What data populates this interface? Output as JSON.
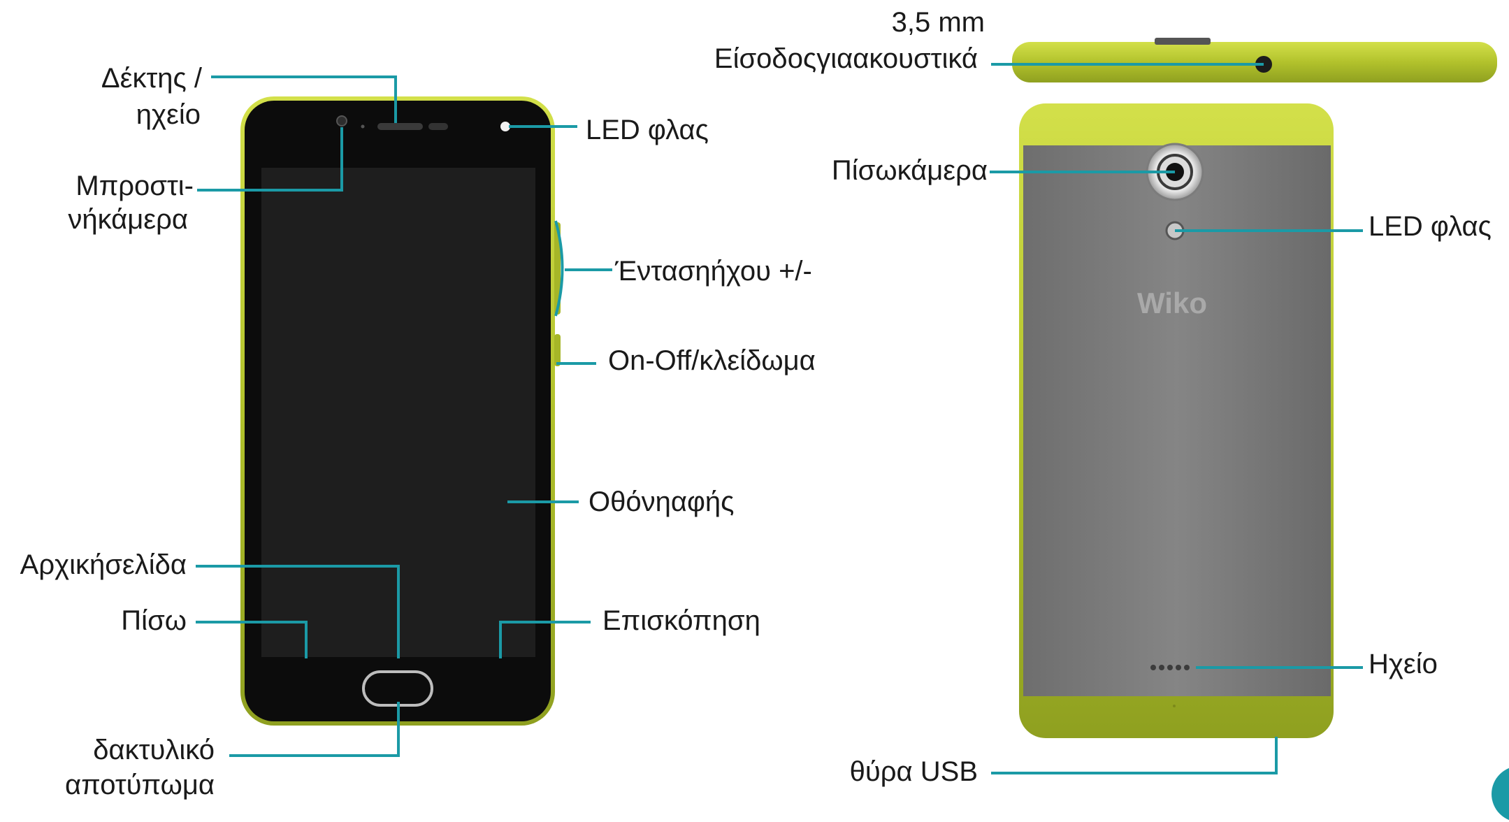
{
  "labels": {
    "receiver": "Δέκτης /",
    "receiver_2": "ηχείο",
    "front_camera": "Μπροστι-",
    "front_camera_2": "νήκάμερα",
    "led_flash_front": "LED φλας",
    "volume": "Έντασηήχου +/-",
    "power": "On-Off/κλείδωμα",
    "touchscreen": "Οθόνηαφής",
    "home": "Αρχικήσελίδα",
    "back": "Πίσω",
    "overview": "Επισκόπηση",
    "fingerprint": "δακτυλικό",
    "fingerprint_2": "αποτύπωμα",
    "headphone_jack": "3,5 mm",
    "headphone_jack_2": "Είσοδοςγιαακουστικά",
    "rear_camera": "Πίσωκάμερα",
    "led_flash_rear": "LED φλας",
    "speaker": "Ηχείο",
    "usb_port": "θύρα USB"
  },
  "brand_logo_text": "Wiko",
  "colors": {
    "accent_line": "#1b9aa6",
    "phone_body_lime": "#b5c62e",
    "screen_black": "#0b0b0b",
    "back_grey": "#7a7a7a"
  }
}
